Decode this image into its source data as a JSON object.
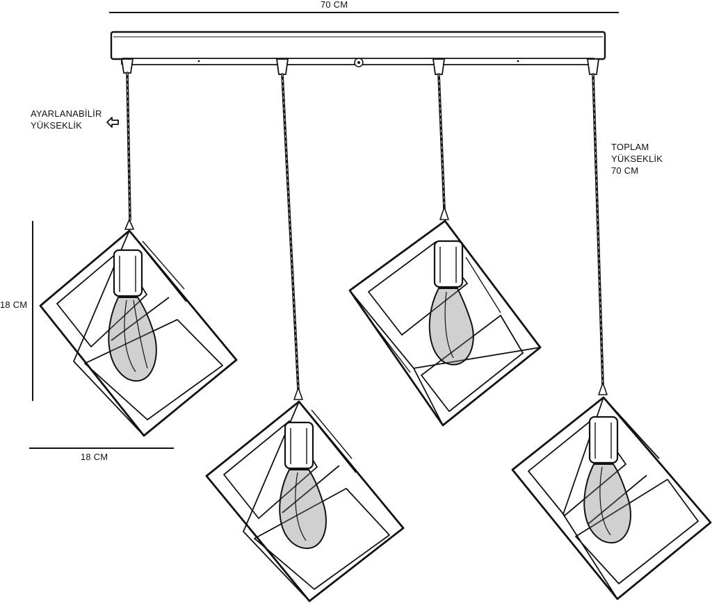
{
  "dimensions": {
    "total_width": "70 CM",
    "cage_height": "18 CM",
    "cage_width": "18 CM"
  },
  "labels": {
    "adjustable_line1": "AYARLANABİLİR",
    "adjustable_line2": "YÜKSEKLİK",
    "total_line1": "TOPLAM",
    "total_line2": "YÜKSEKLİK",
    "total_line3": "70 CM"
  },
  "colors": {
    "ink": "#111111",
    "background": "#ffffff",
    "bulb": "#777777"
  }
}
